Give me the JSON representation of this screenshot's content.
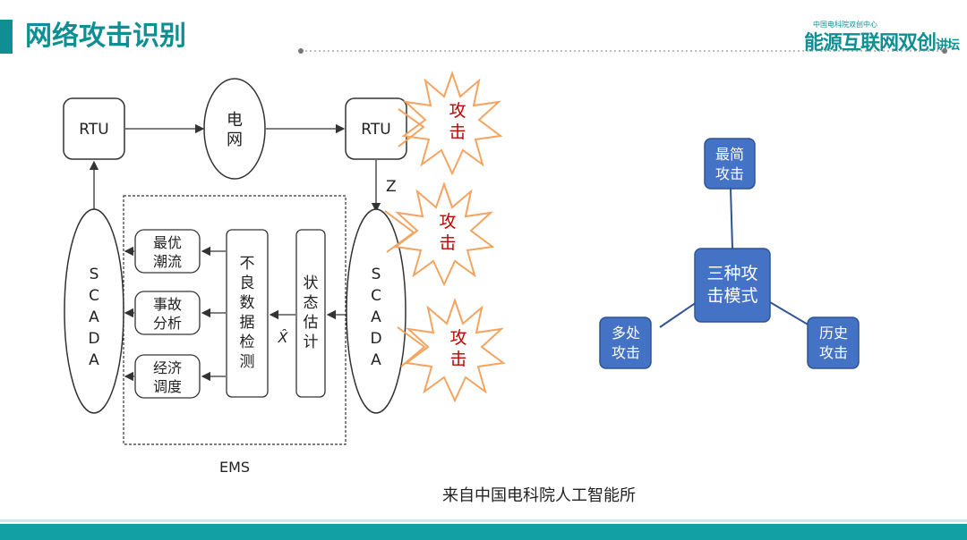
{
  "header": {
    "title": "网络攻击识别",
    "logo_small": "中国电科院双创中心",
    "logo_main": "能源互联网双创",
    "logo_suffix": "讲坛"
  },
  "diagram": {
    "rtu_left": "RTU",
    "grid_line1": "电",
    "grid_line2": "网",
    "rtu_right": "RTU",
    "z_label": "Z",
    "scada_letters": [
      "S",
      "C",
      "A",
      "D",
      "A"
    ],
    "box_opt": [
      "最优",
      "潮流"
    ],
    "box_acc": [
      "事故",
      "分析"
    ],
    "box_eco": [
      "经济",
      "调度"
    ],
    "bad_data": [
      "不",
      "良",
      "数",
      "据",
      "检",
      "测"
    ],
    "state_est": [
      "状",
      "态",
      "估",
      "计"
    ],
    "xhat": "X̂",
    "ems": "EMS",
    "attack": [
      "攻",
      "击"
    ]
  },
  "modes": {
    "center": [
      "三种攻",
      "击模式"
    ],
    "top": [
      "最简",
      "攻击"
    ],
    "left": [
      "多处",
      "攻击"
    ],
    "right": [
      "历史",
      "攻击"
    ]
  },
  "caption": "来自中国电科院人工智能所",
  "colors": {
    "accent": "#0f8f94",
    "blue_box": "#4472c4",
    "attack_star": "#f4b183",
    "attack_text": "#c00000"
  }
}
